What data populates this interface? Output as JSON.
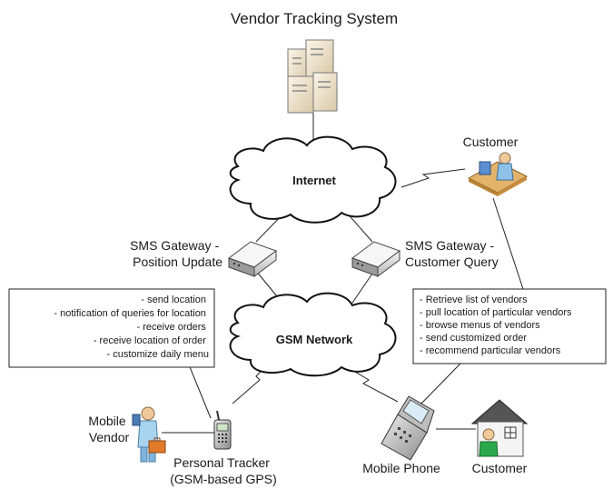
{
  "title": "Vendor Tracking System",
  "clouds": {
    "internet": "Internet",
    "gsm": "GSM Network"
  },
  "nodes": {
    "customer_pc": "Customer",
    "sms_gateway_left": [
      "SMS Gateway -",
      "Position Update"
    ],
    "sms_gateway_right": [
      "SMS Gateway -",
      "Customer Query"
    ],
    "mobile_vendor": [
      "Mobile",
      "Vendor"
    ],
    "personal_tracker": [
      "Personal Tracker",
      "(GSM-based GPS)"
    ],
    "mobile_phone": "Mobile Phone",
    "customer_home": "Customer"
  },
  "vendor_functions": [
    "- send location",
    "- notification of queries for location",
    "- receive orders",
    "- receive location of order",
    "- customize daily menu"
  ],
  "customer_functions": [
    "- Retrieve list of vendors",
    "- pull location of particular vendors",
    "- browse menus of vendors",
    "- send customized order",
    "- recommend particular vendors"
  ],
  "icons": [
    "server-icon",
    "cloud-icon",
    "router-icon",
    "customer-workstation-icon",
    "person-icon",
    "briefcase-icon",
    "tracker-phone-icon",
    "mobile-phone-icon",
    "house-icon"
  ]
}
